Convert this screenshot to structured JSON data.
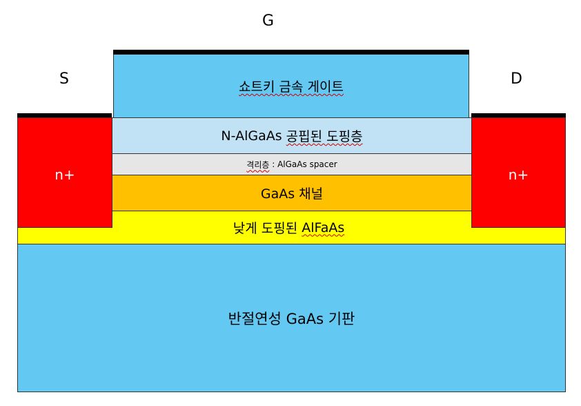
{
  "terminals": {
    "source": "S",
    "gate": "G",
    "drain": "D"
  },
  "layers": {
    "gate_metal": "쇼트키 금속 게이트",
    "doped_prefix": "N-AlGaAs ",
    "doped_main": "공핍된 도핑층",
    "spacer_prefix": "격리층",
    "spacer_rest": " : AlGaAs spacer",
    "channel": "GaAs 채널",
    "low_doped_prefix": "낮게 도핑된 ",
    "low_doped_main": "AlFaAs",
    "substrate": "반절연성 GaAs 기판",
    "source_region": "n+",
    "drain_region": "n+"
  },
  "colors": {
    "gate_metal": "#63c8f2",
    "doped_layer": "#c0e2f4",
    "spacer": "#e6e6e6",
    "channel": "#ffc000",
    "low_doped": "#ffff00",
    "substrate": "#63c8f2",
    "n_plus": "#ff0000",
    "contact": "#000000"
  }
}
